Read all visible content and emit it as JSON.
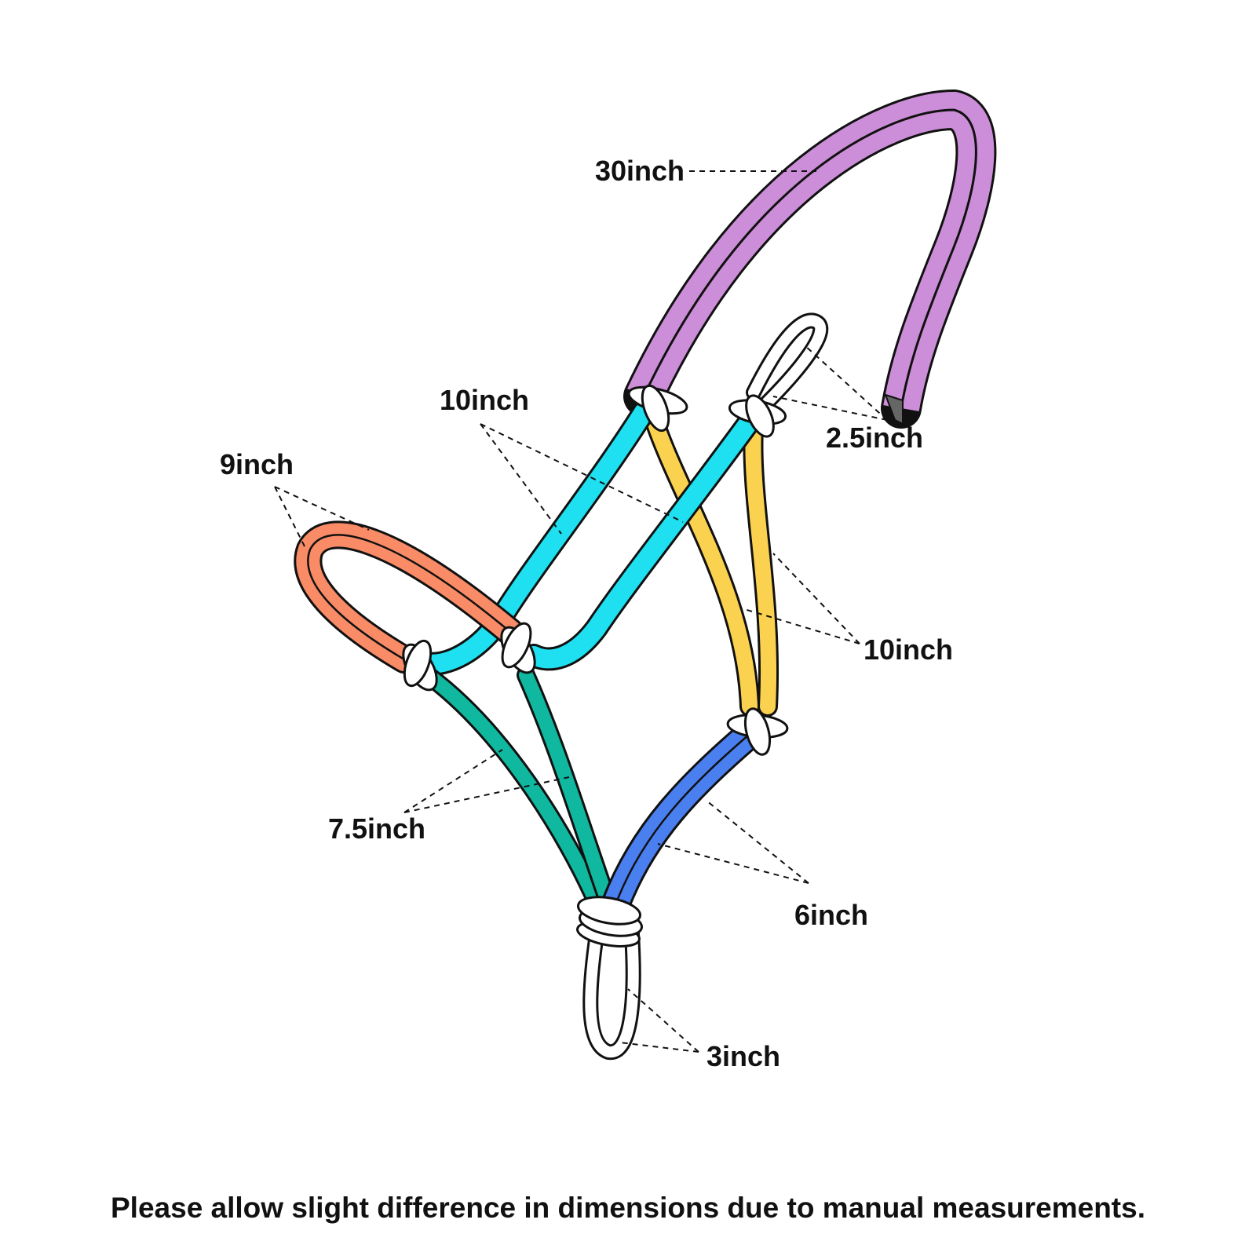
{
  "labels": {
    "crown": "30inch",
    "cheek": "10inch",
    "nose": "9inch",
    "loop": "2.5inch",
    "throat": "10inch",
    "lower_left": "7.5inch",
    "lower_right": "6inch",
    "tie_loop": "3inch"
  },
  "footer": "Please allow slight difference in dimensions due to manual measurements.",
  "colors": {
    "crown": "#cc8ed8",
    "cheek": "#1ee0f0",
    "nose": "#f98c67",
    "throat": "#fbd24f",
    "lower_left": "#10b8a0",
    "lower_right": "#4a7ff0",
    "tail_tip": "#666666",
    "knot": "#ffffff",
    "outline": "#111111"
  }
}
